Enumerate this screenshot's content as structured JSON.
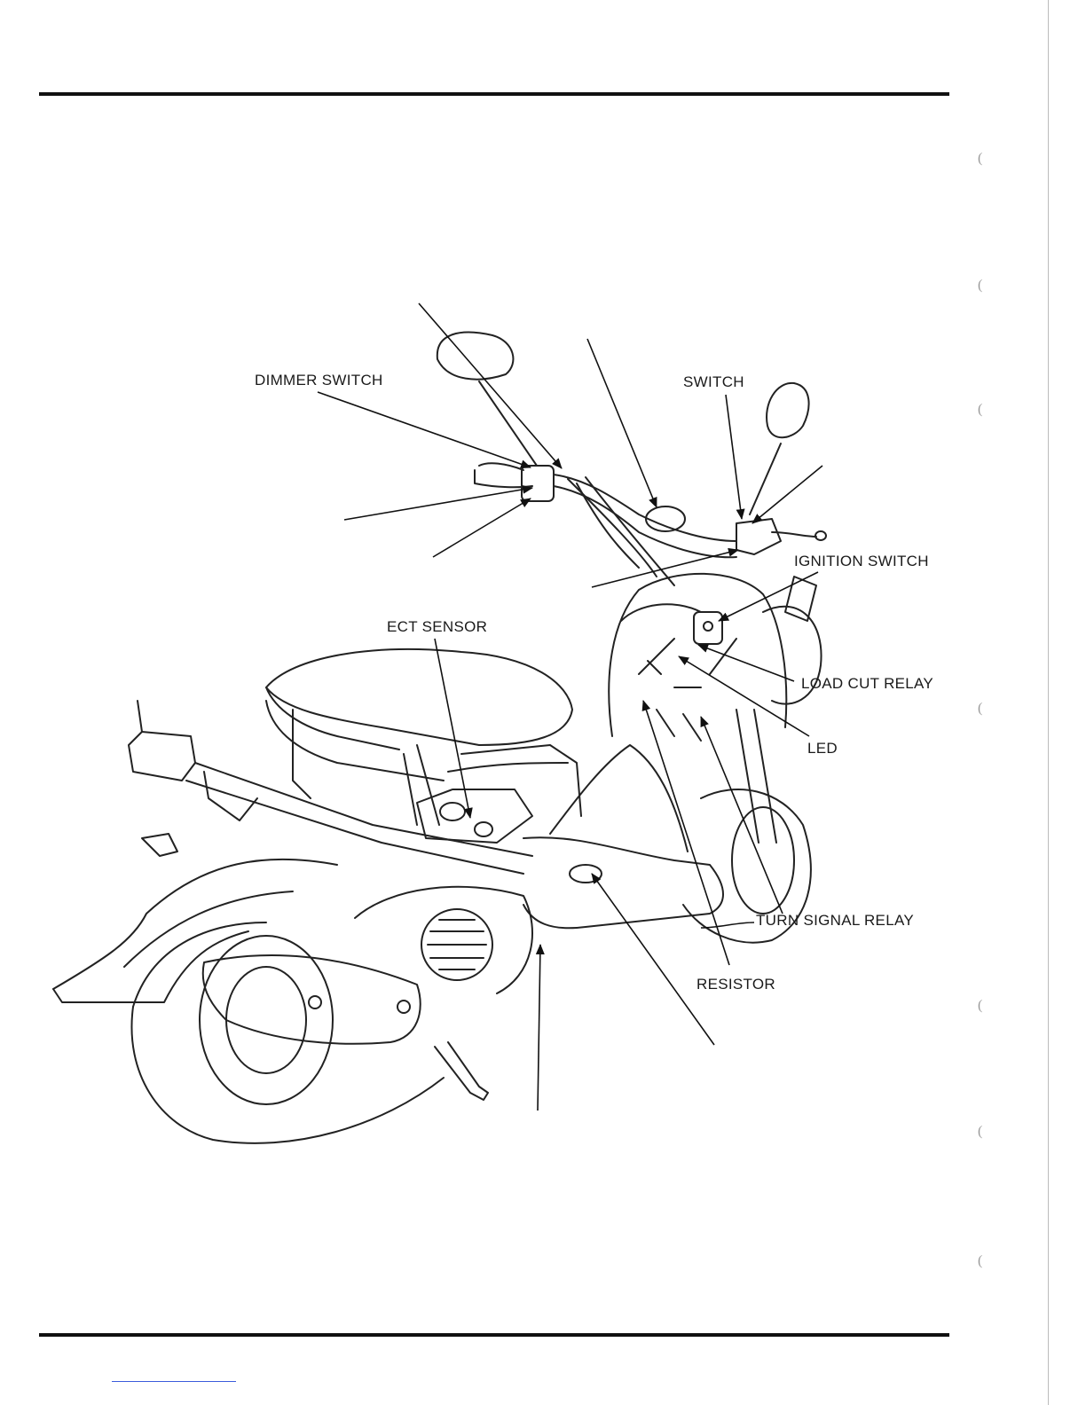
{
  "labels": {
    "dimmer_switch": "DIMMER SWITCH",
    "switch": "SWITCH",
    "ignition_switch": "IGNITION SWITCH",
    "ect_sensor": "ECT SENSOR",
    "load_cut_relay": "LOAD CUT RELAY",
    "led": "LED",
    "turn_signal_relay": "TURN SIGNAL RELAY",
    "resistor": "RESISTOR"
  }
}
